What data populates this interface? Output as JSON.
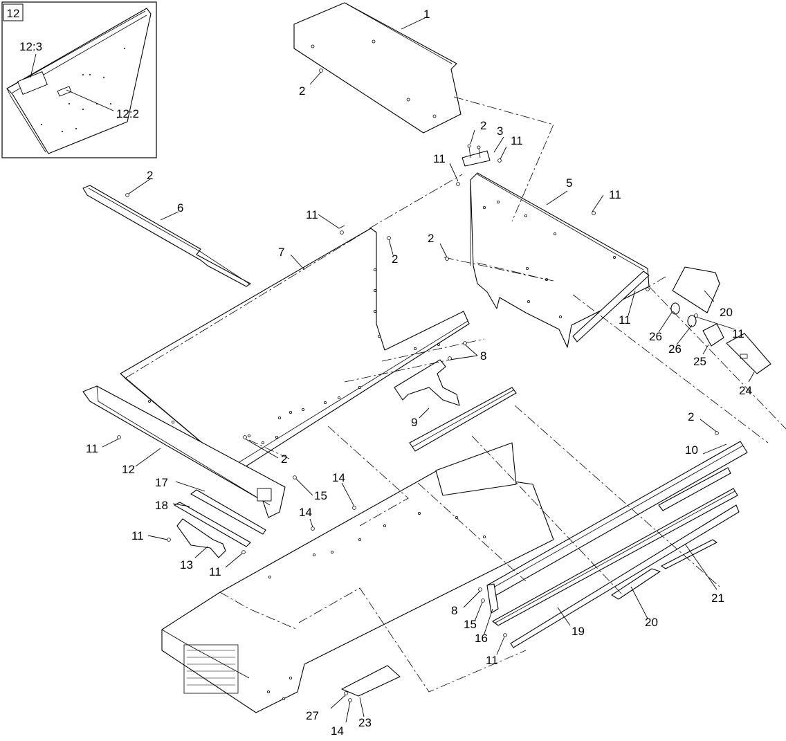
{
  "inset": {
    "number": "12",
    "callouts": [
      "12:3",
      "12:2"
    ]
  },
  "callouts": {
    "c1": "1",
    "c2a": "2",
    "c2b": "2",
    "c3": "3",
    "c11a": "11",
    "c11b": "11",
    "c5": "5",
    "c11c": "11",
    "c2c": "2",
    "c6": "6",
    "c11d": "11",
    "c7": "7",
    "c2d": "2",
    "c2e": "2",
    "c20a": "20",
    "c11e": "11",
    "c11f": "11",
    "c26a": "26",
    "c26b": "26",
    "c25": "25",
    "c24": "24",
    "c8a": "8",
    "c9": "9",
    "c2f": "2",
    "c10": "10",
    "c11g": "11",
    "c12": "12",
    "c2g": "2",
    "c17": "17",
    "c15a": "15",
    "c14a": "14",
    "c18": "18",
    "c14b": "14",
    "c11h": "11",
    "c13": "13",
    "c11i": "11",
    "c21": "21",
    "c8b": "8",
    "c20b": "20",
    "c15b": "15",
    "c16": "16",
    "c19": "19",
    "c11j": "11",
    "c27": "27",
    "c14c": "14",
    "c23": "23"
  }
}
